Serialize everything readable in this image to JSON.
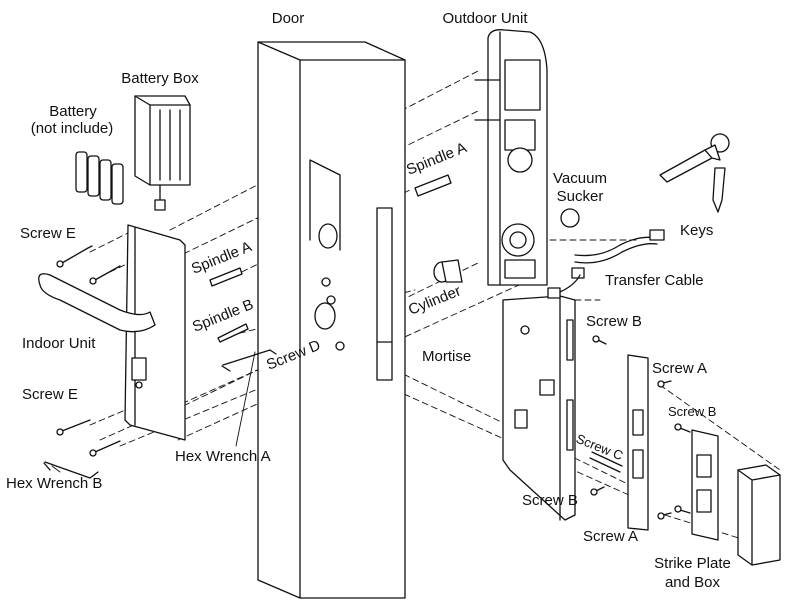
{
  "colors": {
    "line": "#111111",
    "paper": "#ffffff",
    "fill": "#f4f4f4"
  },
  "labels": {
    "door": "Door",
    "outdoor_unit": "Outdoor Unit",
    "battery_box": "Battery Box",
    "battery_line1": "Battery",
    "battery_line2": "(not include)",
    "spindle_a_right": "Spindle A",
    "vacuum_line1": "Vacuum",
    "vacuum_line2": "Sucker",
    "keys": "Keys",
    "screw_e_top": "Screw E",
    "spindle_a_left": "Spindle A",
    "transfer_cable": "Transfer Cable",
    "cylinder": "Cylinder",
    "spindle_b": "Spindle B",
    "screw_b_top": "Screw B",
    "indoor_unit": "Indoor Unit",
    "screw_d": "Screw D",
    "mortise": "Mortise",
    "screw_a_top": "Screw A",
    "screw_e_bottom": "Screw E",
    "screw_b_right": "Screw B",
    "screw_c": "Screw C",
    "hex_wrench_a": "Hex Wrench A",
    "hex_wrench_b": "Hex Wrench B",
    "screw_b_bottom": "Screw B",
    "screw_a_bottom": "Screw A",
    "strike_line1": "Strike Plate",
    "strike_line2": "and Box"
  }
}
